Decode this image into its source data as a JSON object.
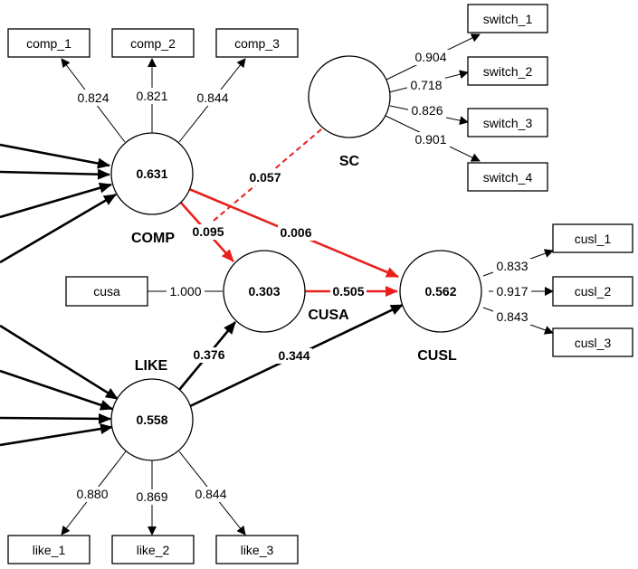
{
  "latents": {
    "comp": {
      "name": "COMP",
      "r2": "0.631"
    },
    "sc": {
      "name": "SC",
      "r2": ""
    },
    "cusa": {
      "name": "CUSA",
      "r2": "0.303"
    },
    "cusl": {
      "name": "CUSL",
      "r2": "0.562"
    },
    "like": {
      "name": "LIKE",
      "r2": "0.558"
    }
  },
  "indicators": {
    "comp_1": "comp_1",
    "comp_2": "comp_2",
    "comp_3": "comp_3",
    "switch_1": "switch_1",
    "switch_2": "switch_2",
    "switch_3": "switch_3",
    "switch_4": "switch_4",
    "cusa": "cusa",
    "cusl_1": "cusl_1",
    "cusl_2": "cusl_2",
    "cusl_3": "cusl_3",
    "like_1": "like_1",
    "like_2": "like_2",
    "like_3": "like_3"
  },
  "loadings": {
    "comp_1": "0.824",
    "comp_2": "0.821",
    "comp_3": "0.844",
    "switch_1": "0.904",
    "switch_2": "0.718",
    "switch_3": "0.826",
    "switch_4": "0.901",
    "cusa": "1.000",
    "cusl_1": "0.833",
    "cusl_2": "0.917",
    "cusl_3": "0.843",
    "like_1": "0.880",
    "like_2": "0.869",
    "like_3": "0.844"
  },
  "paths": {
    "comp_cusa": "0.095",
    "comp_cusl": "0.006",
    "sc_moderation": "0.057",
    "cusa_cusl": "0.505",
    "like_cusa": "0.376",
    "like_cusl": "0.344"
  },
  "colors": {
    "highlight": "#e8201c",
    "stroke": "#000000",
    "background": "#ffffff"
  }
}
